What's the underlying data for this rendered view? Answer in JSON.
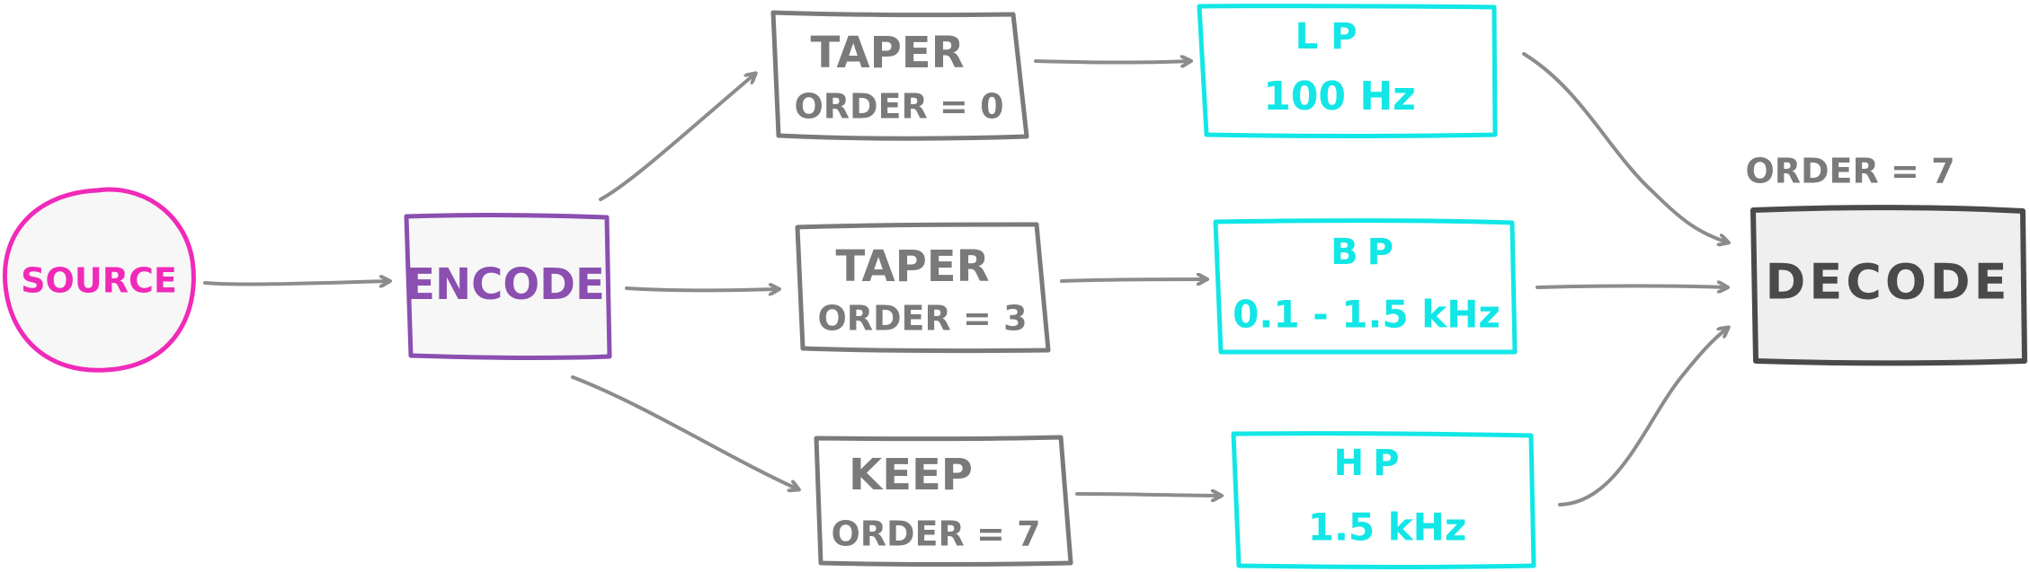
{
  "colors": {
    "source": "#f02ab8",
    "encode": "#8a4fb0",
    "gray": "#7a7a7a",
    "arrow": "#8c8c8c",
    "filter": "#12e6e6",
    "decode": "#4a4a4a",
    "box_fill": "#f7f7f7",
    "decode_fill": "#efefef"
  },
  "nodes": {
    "source": {
      "label": "SOURCE"
    },
    "encode": {
      "label": "ENCODE"
    },
    "taper_top": {
      "line1": "TAPER",
      "line2": "ORDER = 0"
    },
    "taper_mid": {
      "line1": "TAPER",
      "line2": "ORDER = 3"
    },
    "keep": {
      "line1": "KEEP",
      "line2": "ORDER = 7"
    },
    "lp": {
      "line1": "LP",
      "line2": "100 Hz"
    },
    "bp": {
      "line1": "BP",
      "line2": "0.1 - 1.5 kHz"
    },
    "hp": {
      "line1": "HP",
      "line2": "1.5 kHz"
    },
    "decode": {
      "label": "DECODE",
      "annotation": "ORDER = 7"
    }
  }
}
